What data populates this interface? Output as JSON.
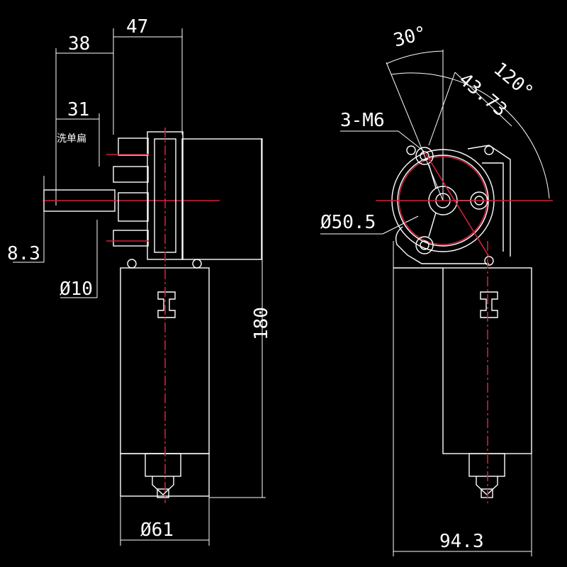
{
  "colors": {
    "background": "#000000",
    "line": "#ffffff",
    "centerline": "#d0203a"
  },
  "dimensions": {
    "d47": "47",
    "d38": "38",
    "d31": "31",
    "washer": "洗单扁",
    "d8_3": "8.3",
    "dia10": "Ø10",
    "d180": "180",
    "dia61": "Ø61",
    "ang30": "30°",
    "ang120": "120°",
    "d43_73": "43.73",
    "m6": "3-M6",
    "dia50_5": "Ø50.5",
    "d94_3": "94.3"
  }
}
